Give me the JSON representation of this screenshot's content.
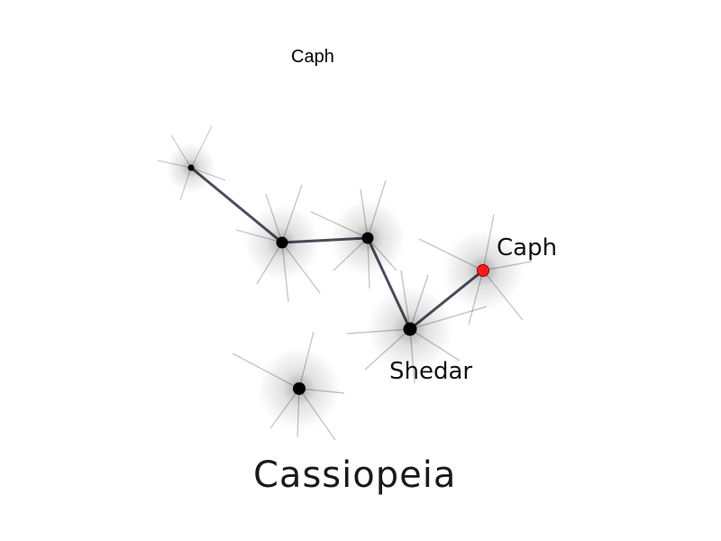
{
  "caption": "Caph",
  "title": "Cassiopeia",
  "colors": {
    "line": "#4d4d5e",
    "star": "#000000",
    "highlight": "#ff1a1a"
  },
  "stars": [
    {
      "id": "star-1",
      "label": ""
    },
    {
      "id": "star-2",
      "label": ""
    },
    {
      "id": "star-3",
      "label": ""
    },
    {
      "id": "star-shedar",
      "label": "Shedar"
    },
    {
      "id": "star-caph",
      "label": "Caph",
      "highlighted": true
    },
    {
      "id": "star-5",
      "label": ""
    }
  ]
}
